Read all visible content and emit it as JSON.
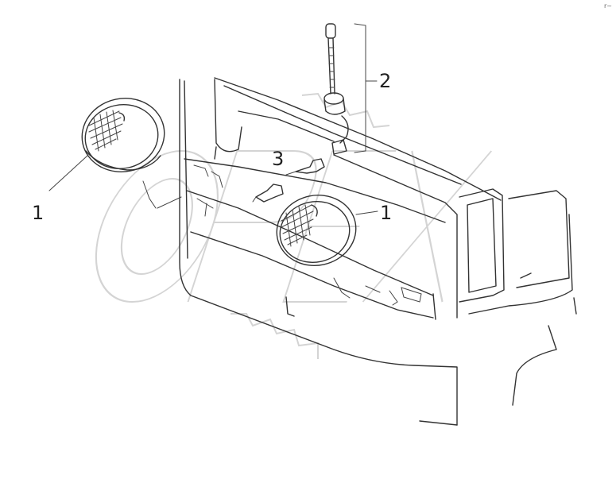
{
  "diagram": {
    "corner_mark": "r~",
    "callouts": [
      {
        "id": "lamp-left",
        "label": "1"
      },
      {
        "id": "antenna",
        "label": "2"
      },
      {
        "id": "connector",
        "label": "3"
      },
      {
        "id": "lamp-right",
        "label": "1"
      }
    ],
    "watermark_text": "OPEX"
  },
  "colors": {
    "line": "#333333",
    "watermark": "#d4d4d4",
    "background": "#ffffff"
  }
}
